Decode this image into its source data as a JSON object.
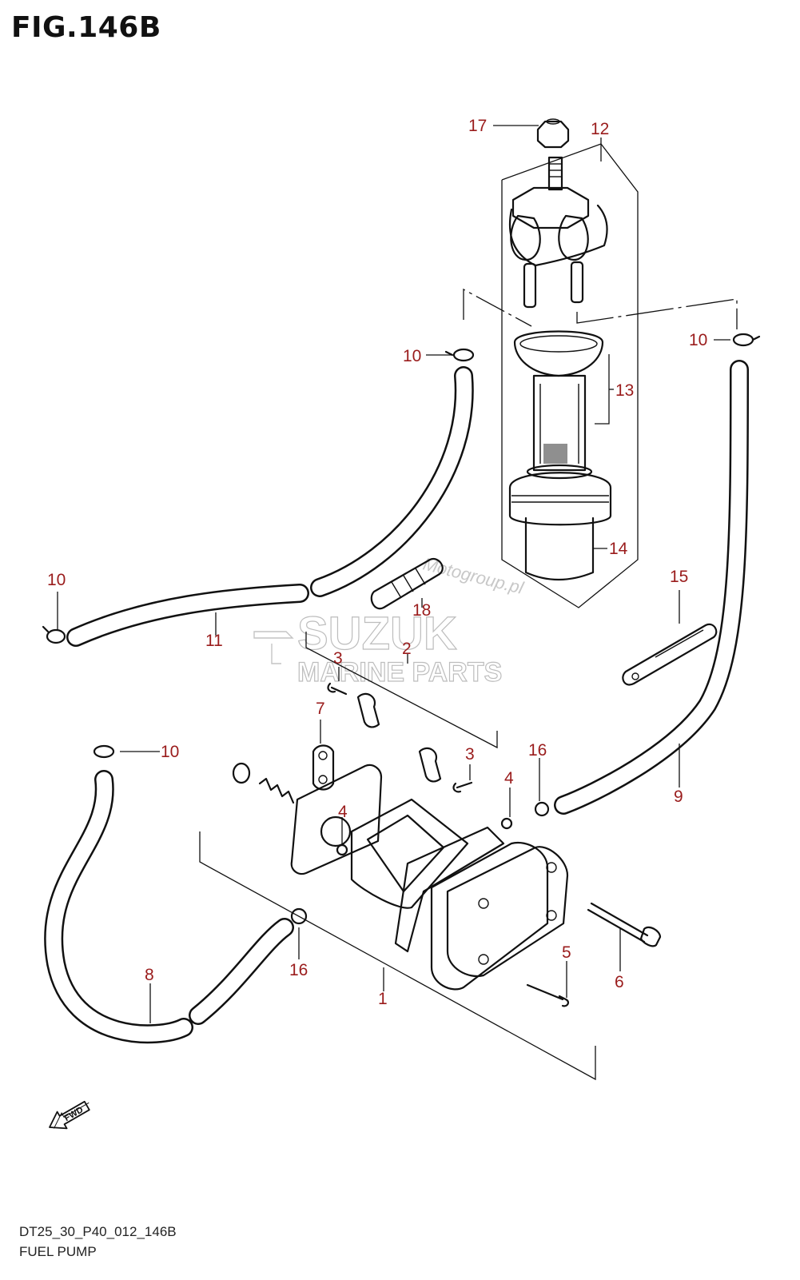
{
  "figure": {
    "title": "FIG.146B",
    "code": "DT25_30_P40_012_146B",
    "name": "FUEL PUMP"
  },
  "watermark": {
    "brand": "SUZUK",
    "subtitle": "MARINE PARTS",
    "site": "Motogroup.pl"
  },
  "fwd_arrow": {
    "label": "FWD"
  },
  "callouts": [
    {
      "id": "c17",
      "text": "17"
    },
    {
      "id": "c12",
      "text": "12"
    },
    {
      "id": "c10a",
      "text": "10"
    },
    {
      "id": "c10b",
      "text": "10"
    },
    {
      "id": "c13",
      "text": "13"
    },
    {
      "id": "c14",
      "text": "14"
    },
    {
      "id": "c10c",
      "text": "10"
    },
    {
      "id": "c18",
      "text": "18"
    },
    {
      "id": "c15",
      "text": "15"
    },
    {
      "id": "c11",
      "text": "11"
    },
    {
      "id": "c2",
      "text": "2"
    },
    {
      "id": "c3a",
      "text": "3"
    },
    {
      "id": "c7",
      "text": "7"
    },
    {
      "id": "c10d",
      "text": "10"
    },
    {
      "id": "c3b",
      "text": "3"
    },
    {
      "id": "c16a",
      "text": "16"
    },
    {
      "id": "c4a",
      "text": "4"
    },
    {
      "id": "c4b",
      "text": "4"
    },
    {
      "id": "c9",
      "text": "9"
    },
    {
      "id": "c5",
      "text": "5"
    },
    {
      "id": "c6",
      "text": "6"
    },
    {
      "id": "c8",
      "text": "8"
    },
    {
      "id": "c16b",
      "text": "16"
    },
    {
      "id": "c1",
      "text": "1"
    }
  ]
}
